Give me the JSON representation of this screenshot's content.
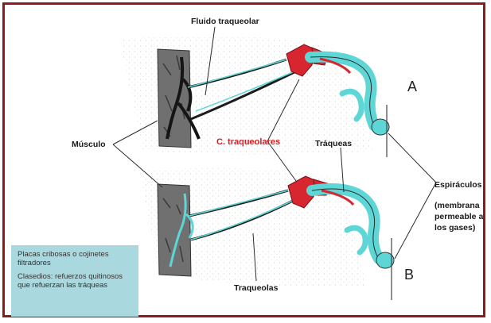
{
  "labels": {
    "fluido_traqueolar": "Fluido traqueolar",
    "musculo": "Músculo",
    "c_traqueolares": "C. traqueolares",
    "traqueas": "Tráqueas",
    "espiraculos": "Espiráculos",
    "membrana": [
      "(membrana",
      "permeable a",
      "los gases)"
    ],
    "traqueolas": "Traqueolas",
    "panel_a": "A",
    "panel_b": "B"
  },
  "legend": {
    "line1": "Placas cribosas o cojinetes filtradores",
    "line2": "Clasedios: refuerzos quitinosos que refuerzan las tráqueas"
  },
  "colors": {
    "frame": "#8c1c1c",
    "fluid": "#5fd6d6",
    "tracheal_cell": "#d7262f",
    "muscle": "#6f6f6f",
    "legend_bg": "#a9d9df",
    "red_label": "#e0161b"
  }
}
